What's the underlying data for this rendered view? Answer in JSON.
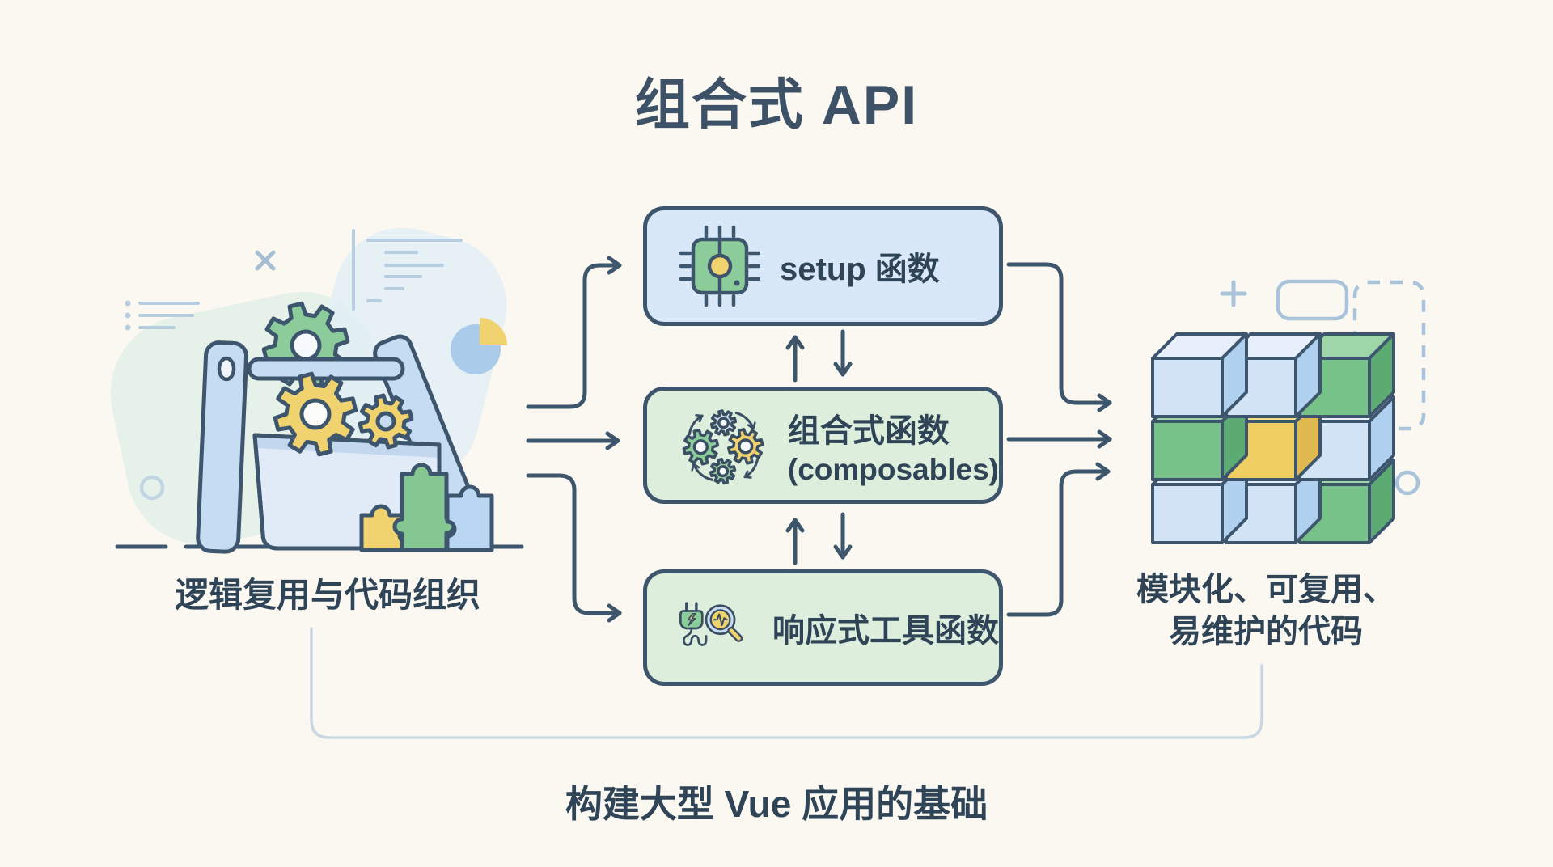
{
  "title": "组合式 API",
  "flow": {
    "boxes": [
      {
        "id": "setup",
        "label": "setup 函数",
        "icon": "chip-icon",
        "fill": "#d9e8f8"
      },
      {
        "id": "composables",
        "label": "组合式函数",
        "sublabel": "(composables)",
        "icon": "gears-cycle-icon",
        "fill": "#deeedd"
      },
      {
        "id": "reactive-utils",
        "label": "响应式工具函数",
        "icon": "plug-search-icon",
        "fill": "#deeedd"
      }
    ]
  },
  "left_caption": "逻辑复用与代码组织",
  "right_caption_line1": "模块化、可复用、",
  "right_caption_line2": "易维护的代码",
  "bottom_caption": "构建大型 Vue 应用的基础",
  "left_illustration": "toolbox-with-gears-and-puzzle-pieces",
  "right_illustration": "modular-3x3-cube",
  "cube": {
    "grid": [
      [
        "blue",
        "blue",
        "green"
      ],
      [
        "green",
        "yellow",
        "blue"
      ],
      [
        "blue",
        "blue",
        "green"
      ]
    ]
  },
  "colors": {
    "background": "#faf8f1",
    "ink": "#3d566b",
    "text": "#2f4456",
    "title": "#3d5266",
    "box_blue_fill": "#d9e8f8",
    "box_green_fill": "#deeedd",
    "accent_green": "#8ccc9a",
    "accent_yellow": "#f0d26e",
    "accent_blue": "#c6dcf3",
    "decor_line": "#b7cde0",
    "connector": "#c9d7e3",
    "cube": {
      "blue": {
        "front": "#d3e4f6",
        "top": "#e6effb",
        "side": "#b0d0ef"
      },
      "green": {
        "front": "#76c289",
        "top": "#9ed5a9",
        "side": "#5cab72"
      },
      "yellow": {
        "front": "#f0cf62",
        "top": "#f6e08e",
        "side": "#e0ba50"
      }
    }
  }
}
